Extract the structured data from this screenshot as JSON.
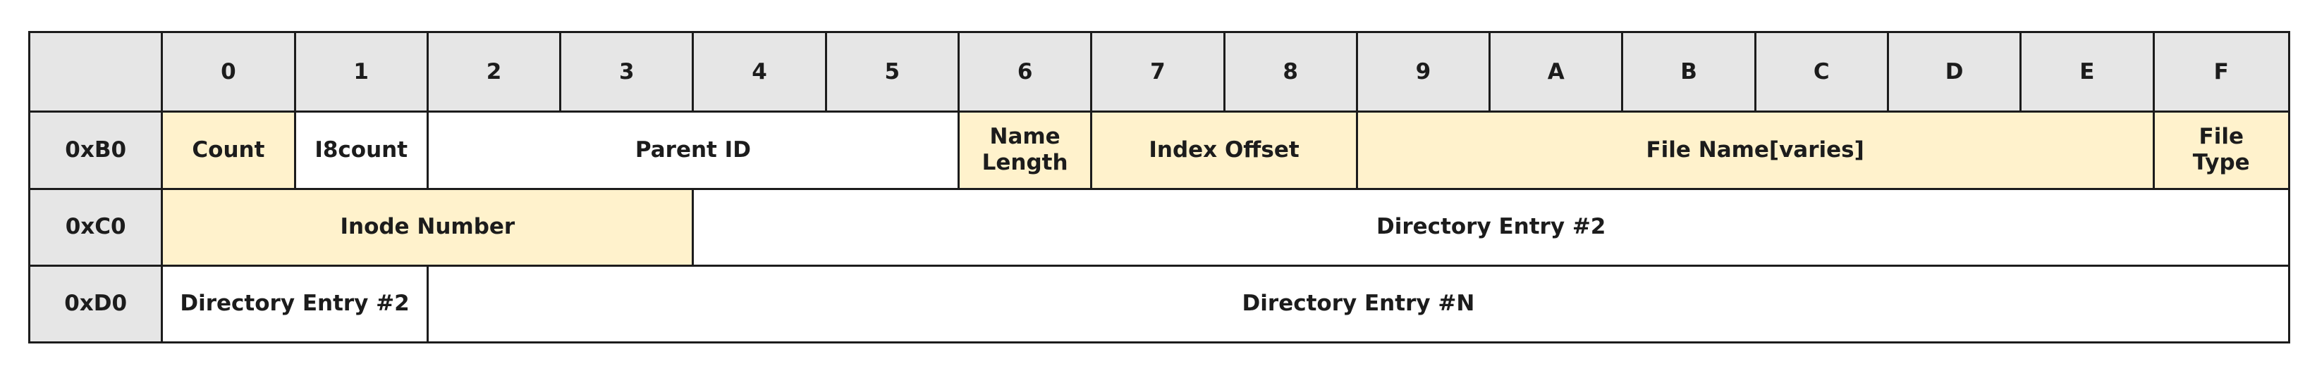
{
  "colors": {
    "header_bg": "#e6e6e6",
    "highlight_bg": "#fff2cc",
    "plain_bg": "#ffffff",
    "border": "#1c1c1c"
  },
  "header": [
    "0",
    "1",
    "2",
    "3",
    "4",
    "5",
    "6",
    "7",
    "8",
    "9",
    "A",
    "B",
    "C",
    "D",
    "E",
    "F"
  ],
  "rows": [
    {
      "offset": "0xB0",
      "cells": [
        {
          "label": "Count",
          "span": 1,
          "highlight": true
        },
        {
          "label": "I8count",
          "span": 1,
          "highlight": false
        },
        {
          "label": "Parent ID",
          "span": 4,
          "highlight": false
        },
        {
          "label": "Name\nLength",
          "span": 1,
          "highlight": true
        },
        {
          "label": "Index Offset",
          "span": 2,
          "highlight": true
        },
        {
          "label": "File Name[varies]",
          "span": 6,
          "highlight": true
        },
        {
          "label": "File\nType",
          "span": 1,
          "highlight": true
        }
      ]
    },
    {
      "offset": "0xC0",
      "cells": [
        {
          "label": "Inode Number",
          "span": 4,
          "highlight": true
        },
        {
          "label": "Directory Entry #2",
          "span": 12,
          "highlight": false
        }
      ]
    },
    {
      "offset": "0xD0",
      "cells": [
        {
          "label": "Directory Entry #2",
          "span": 2,
          "highlight": false
        },
        {
          "label": "Directory Entry #N",
          "span": 14,
          "highlight": false
        }
      ]
    }
  ]
}
